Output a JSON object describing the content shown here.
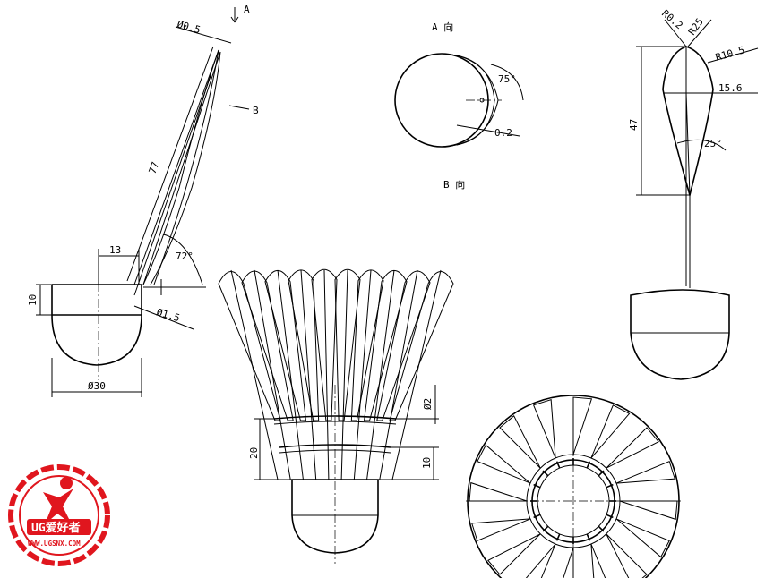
{
  "view_labels": {
    "a_view": "A 向",
    "b_view": "B 向",
    "a_arrow": "A",
    "b_arrow": "B"
  },
  "dimensions": {
    "phi_0_5": "Ø0.5",
    "len_77": "77",
    "len_13": "13",
    "ang_72": "72°",
    "h_10_left": "10",
    "phi_1_5": "Ø1.5",
    "phi_30": "Ø30",
    "ang_75": "75°",
    "t_0_2": "0.2",
    "r_0_2": "R0.2",
    "r_25": "R25",
    "r_10_5": "R10.5",
    "w_15_6": "15.6",
    "h_47": "47",
    "ang_25": "25°",
    "phi_2": "Ø2",
    "h_20": "20",
    "h_10_mid": "10"
  },
  "logo": {
    "text": "UG爱好者",
    "url": "WWW.UGSNX.COM",
    "color": "#e0161e"
  }
}
